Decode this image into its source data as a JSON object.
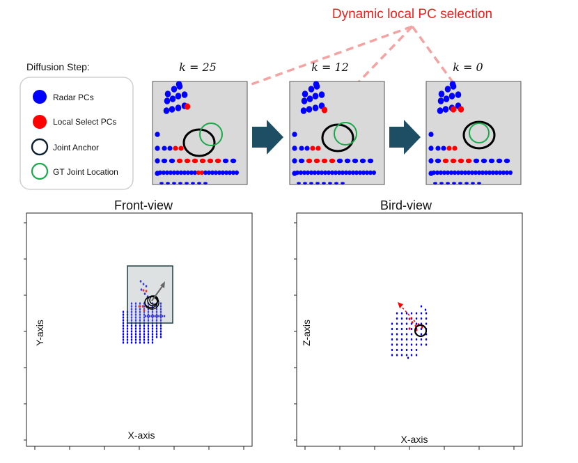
{
  "header": {
    "title": "Dynamic local PC selection",
    "title_color": "#e8231f"
  },
  "legend": {
    "heading": "Diffusion Step:",
    "items": [
      {
        "label": "Radar PCs",
        "marker": "filled-circle",
        "color": "#0000ff"
      },
      {
        "label": "Local Select PCs",
        "marker": "filled-circle",
        "color": "#ff0000"
      },
      {
        "label": "Joint Anchor",
        "marker": "ring",
        "color": "#0d1f2d"
      },
      {
        "label": "GT Joint Location",
        "marker": "ring",
        "color": "#19a84a"
      }
    ]
  },
  "steps": [
    {
      "label": "k = 25"
    },
    {
      "label": "k = 12"
    },
    {
      "label": "k = 0"
    }
  ],
  "views": {
    "front": {
      "title": "Front-view",
      "xlabel": "X-axis",
      "ylabel": "Y-axis"
    },
    "bird": {
      "title": "Bird-view",
      "xlabel": "X-axis",
      "ylabel": "Z-axis"
    }
  },
  "colors": {
    "radar": "#0000ff",
    "local": "#ff0000",
    "anchor": "#000000",
    "gt": "#19a84a",
    "arrow": "#1d4e63",
    "dashed": "#f4a3a3",
    "panel_bg": "#d9d9d9"
  }
}
